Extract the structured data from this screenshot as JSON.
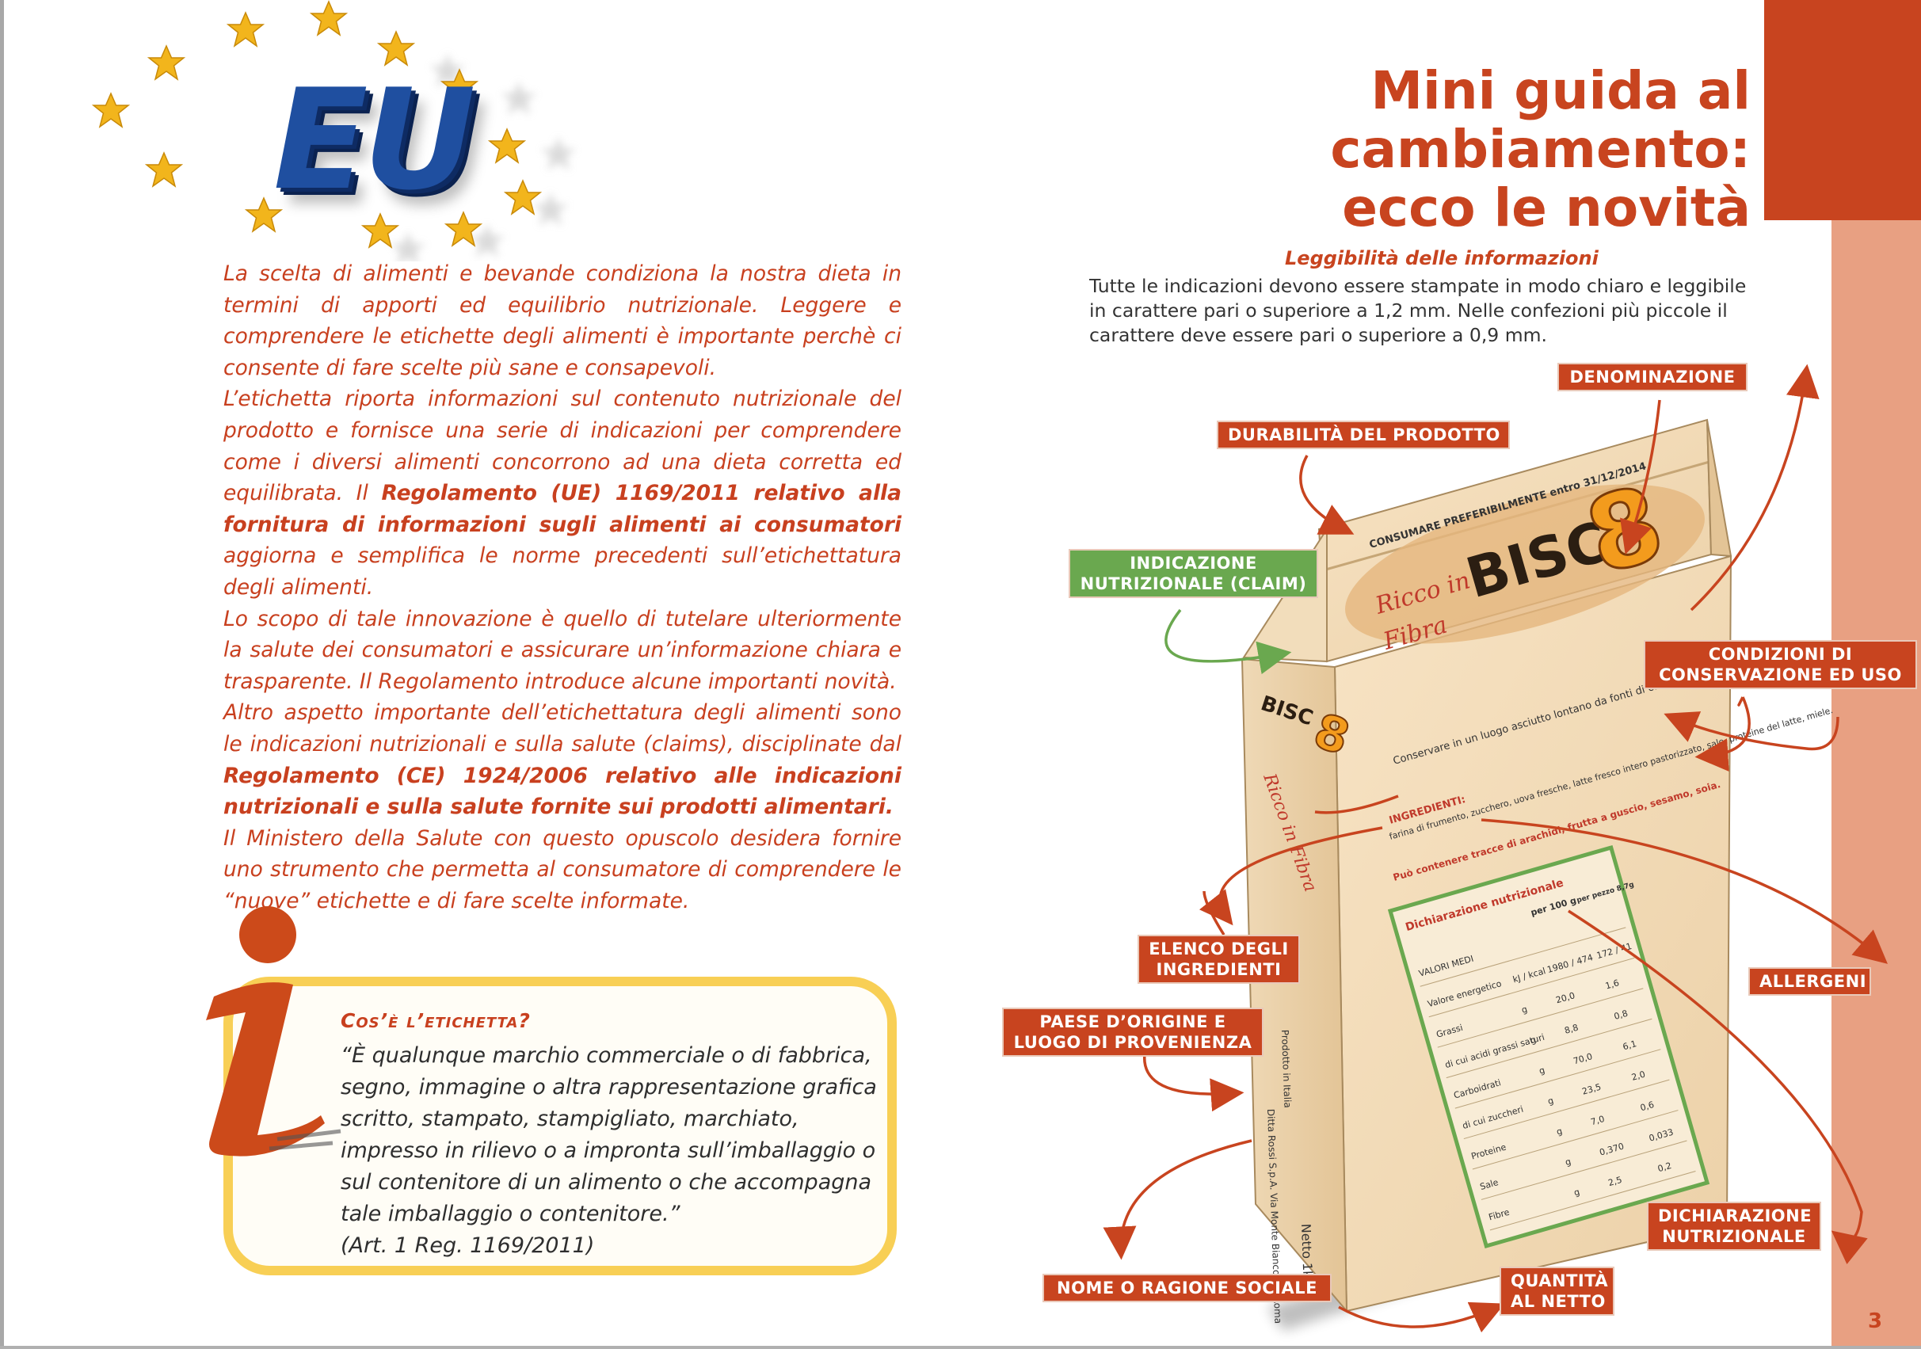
{
  "logo": {
    "text": "EU",
    "colors": {
      "blue": "#1f4fa0",
      "star": "#f2b51c"
    }
  },
  "page": {
    "title_lines": [
      "Mini guida al",
      "cambiamento:",
      "ecco le novità"
    ],
    "page_number": "3",
    "colors": {
      "accent": "#c8441f",
      "salmon": "#e8a082",
      "green": "#6aa84f",
      "box_border": "#f8cf55"
    }
  },
  "intro": {
    "p1": "La scelta di alimenti e bevande condiziona la nostra dieta in termini di apporti ed equilibrio nutrizionale. Leggere e comprendere le etichette degli alimenti è importante perchè ci consente di fare scelte più sane e consapevoli.",
    "p2_pre": "L’etichetta riporta informazioni sul contenuto nutrizionale del prodotto e fornisce una serie di indicazioni per comprendere come i diversi alimenti concorrono ad una dieta corretta ed equilibrata. Il ",
    "p2_bold": "Regolamento (UE) 1169/2011 relativo alla fornitura di informazioni sugli alimenti ai consumatori",
    "p2_post": " aggiorna e semplifica le norme precedenti sull’etichettatura degli alimenti.",
    "p3": "Lo scopo di tale innovazione è quello di tutelare ulteriormente la salute dei consumatori e assicurare un’informazione chiara e trasparente. Il Regolamento introduce alcune importanti novità.",
    "p4_pre": "Altro aspetto importante dell’etichettatura degli alimenti sono le indicazioni nutrizionali e sulla salute (claims), disciplinate dal ",
    "p4_bold": "Regolamento (CE) 1924/2006 relativo alle indicazioni nutrizionali e sulla salute fornite sui prodotti alimentari.",
    "p5": "Il Ministero della Salute con questo opuscolo desidera fornire uno strumento che permetta al consumatore di comprendere le “nuove” etichette e di fare scelte informate."
  },
  "info_box": {
    "title": "Cos’è l’etichetta?",
    "quote_lines": [
      "“È qualunque marchio commerciale o di fabbrica,",
      "segno, immagine o altra rappresentazione grafica",
      "scritto, stampato, stampigliato, marchiato,",
      "impresso in rilievo o a impronta sull’imballaggio o",
      "sul contenitore di un alimento o che accompagna",
      "tale imballaggio o contenitore.”"
    ],
    "source": "(Art. 1 Reg. 1169/2011)"
  },
  "legibility": {
    "title": "Leggibilità delle informazioni",
    "lines": [
      "Tutte le indicazioni devono essere stampate in modo chiaro e leggibile",
      "in carattere pari o superiore a 1,2 mm. Nelle confezioni più piccole il",
      "carattere deve essere pari o superiore a 0,9 mm."
    ]
  },
  "labels": {
    "denominazione": "DENOMINAZIONE",
    "durabilita": "DURABILITÀ DEL PRODOTTO",
    "claim_1": "INDICAZIONE",
    "claim_2": "NUTRIZIONALE (CLAIM)",
    "condizioni_1": "CONDIZIONI DI",
    "condizioni_2": "CONSERVAZIONE ED USO",
    "ingredienti_1": "ELENCO DEGLI",
    "ingredienti_2": "INGREDIENTI",
    "allergeni": "ALLERGENI",
    "origine_1": "PAESE D’ORIGINE E",
    "origine_2": "LUOGO DI PROVENIENZA",
    "dichiarazione_1": "DICHIARAZIONE",
    "dichiarazione_2": "NUTRIZIONALE",
    "nome": "NOME O RAGIONE SOCIALE",
    "quantita_1": "QUANTITÀ",
    "quantita_2": "AL NETTO"
  },
  "box_package": {
    "brand": "BISC",
    "brand_digit": "8",
    "slogan_1": "Ricco in",
    "slogan_2": "Fibra",
    "best_before": "CONSUMARE PREFERIBILMENTE entro 31/12/2014",
    "storage": "Conservare in un luogo asciutto lontano da fonti di calore",
    "ingredients_heading": "INGREDIENTI:",
    "ingredients_text": "farina di frumento, zucchero, uova fresche, latte fresco intero pastorizzato, sale, proteine del latte, miele.",
    "allergen_note": "Può contenere tracce di arachidi, frutta a guscio, sesamo, soia.",
    "nutrition_heading": "Dichiarazione nutrizionale",
    "col_100g": "per 100 g",
    "col_portion": "per pezzo 8,7g",
    "rows": [
      {
        "name": "VALORI MEDI",
        "unit": "",
        "a": "",
        "b": ""
      },
      {
        "name": "Valore energetico",
        "unit": "kJ / kcal",
        "a": "1980 / 474",
        "b": "172 / 41"
      },
      {
        "name": "Grassi",
        "unit": "g",
        "a": "20,0",
        "b": "1,6"
      },
      {
        "name": "di cui acidi grassi saturi",
        "unit": "g",
        "a": "8,8",
        "b": "0,8"
      },
      {
        "name": "Carboidrati",
        "unit": "g",
        "a": "70,0",
        "b": "6,1"
      },
      {
        "name": "di cui zuccheri",
        "unit": "g",
        "a": "23,5",
        "b": "2,0"
      },
      {
        "name": "Proteine",
        "unit": "g",
        "a": "7,0",
        "b": "0,6"
      },
      {
        "name": "Sale",
        "unit": "g",
        "a": "0,370",
        "b": "0,033"
      },
      {
        "name": "Fibre",
        "unit": "g",
        "a": "2,5",
        "b": "0,2"
      }
    ],
    "side_brand": "BISC",
    "side_slogan": "Ricco in Fibra",
    "origin_text": "Prodotto in Italia",
    "producer_text": "Ditta Rossi S.p.A. Via Monte Bianco 99, Roma",
    "net_weight": "Netto 1kg"
  }
}
